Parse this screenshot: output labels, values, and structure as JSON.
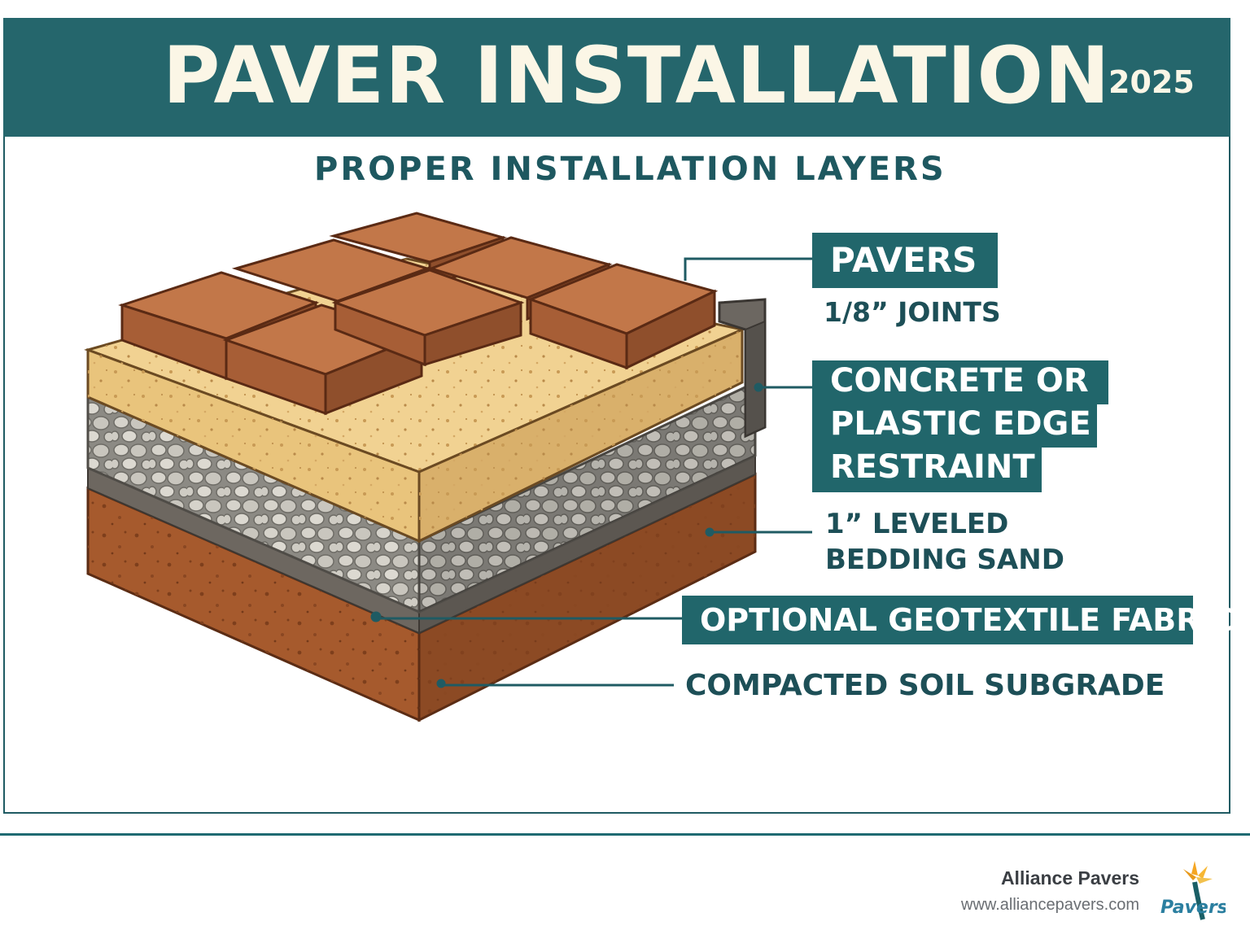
{
  "header": {
    "title": "PAVER INSTALLATION",
    "year": "2025",
    "subtitle": "PROPER INSTALLATION LAYERS"
  },
  "labels": {
    "pavers": "PAVERS",
    "joints": "1/8” JOINTS",
    "edge_restraint": [
      "CONCRETE OR",
      "PLASTIC EDGE",
      "RESTRAINT"
    ],
    "bedding_sand": [
      "1” LEVELED",
      "BEDDING SAND"
    ],
    "geotextile": "OPTIONAL GEOTEXTILE FABRIC",
    "subgrade": "COMPACTED SOIL SUBGRADE"
  },
  "footer": {
    "company": "Alliance Pavers",
    "website": "www.alliancepavers.com",
    "logo_text": "Pavers"
  },
  "colors": {
    "brand_teal": "#25666c",
    "title_text": "#fbf6e6",
    "paver": "#b86b42",
    "sand": "#ecc983",
    "gravel": "#9c9a94",
    "soil": "#a65a2d"
  }
}
